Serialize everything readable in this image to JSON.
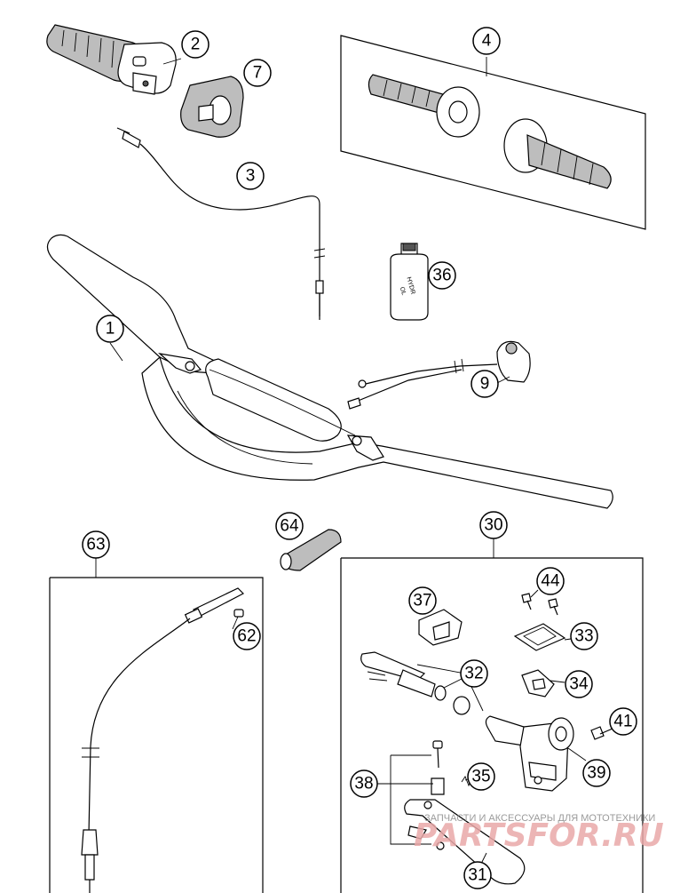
{
  "callouts": {
    "c1": "1",
    "c2": "2",
    "c3": "3",
    "c4": "4",
    "c7": "7",
    "c9": "9",
    "c30": "30",
    "c31": "31",
    "c32": "32",
    "c33": "33",
    "c34": "34",
    "c35": "35",
    "c36": "36",
    "c37": "37",
    "c38": "38",
    "c39": "39",
    "c41": "41",
    "c44": "44",
    "c62": "62",
    "c63": "63",
    "c64": "64"
  },
  "oil_bottle_label": [
    "HYDR",
    "OL"
  ],
  "watermark": {
    "top_text": "ЗАПЧАСТИ И АКСЕССУАРЫ ДЛЯ МОТОТЕХНИКИ",
    "logo_text": "PARTSFOR.RU"
  }
}
